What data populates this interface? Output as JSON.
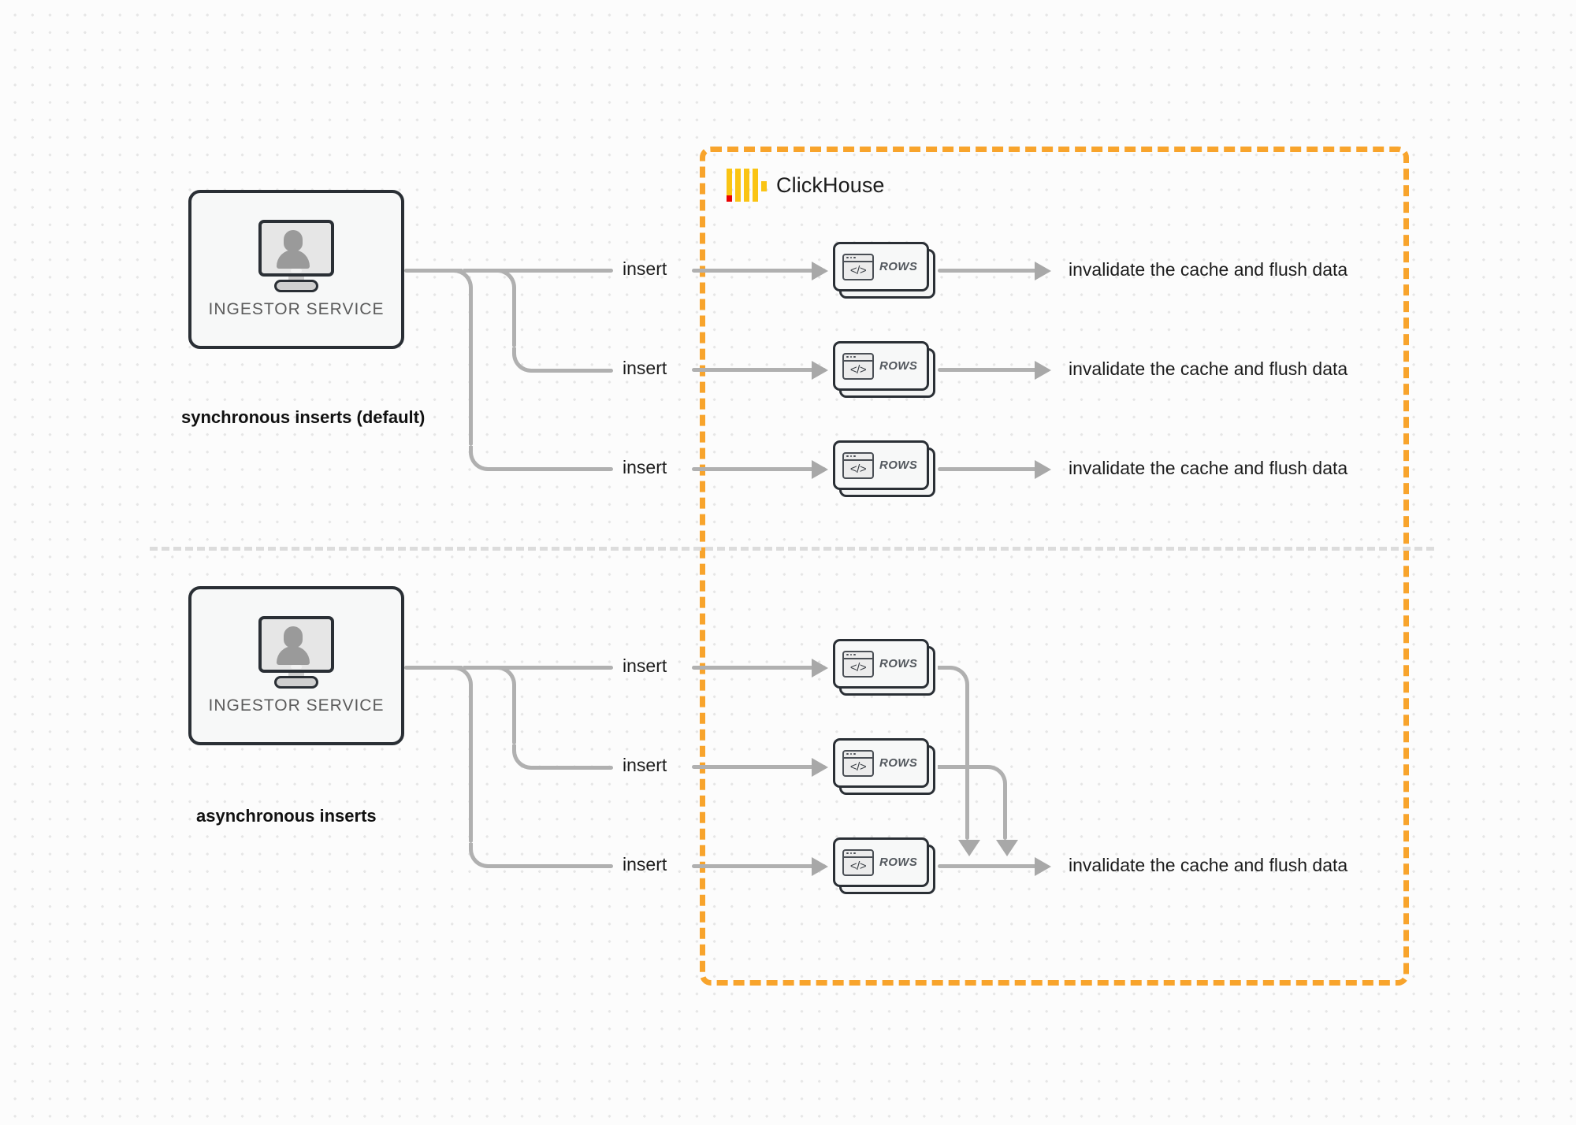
{
  "diagram": {
    "title": "ClickHouse synchronous vs asynchronous inserts",
    "colors": {
      "boundary": "#f8a42c",
      "logo_yellow": "#fac414",
      "logo_red": "#ea0000",
      "connector": "#b0b0b0",
      "node_border": "#2a2f35",
      "canvas": "#fcfcfc"
    }
  },
  "clickhouse": {
    "name": "ClickHouse",
    "logo_icon": "clickhouse-logo-icon"
  },
  "sections": [
    {
      "id": "synchronous",
      "caption": "synchronous inserts (default)",
      "source": {
        "label": "INGESTOR SERVICE",
        "icon": "monitor-user-icon"
      },
      "edges": [
        {
          "label": "insert"
        },
        {
          "label": "insert"
        },
        {
          "label": "insert"
        }
      ],
      "nodes": [
        {
          "label": "ROWS",
          "icon": "code-window-icon"
        },
        {
          "label": "ROWS",
          "icon": "code-window-icon"
        },
        {
          "label": "ROWS",
          "icon": "code-window-icon"
        }
      ],
      "outputs": [
        {
          "label": "invalidate the cache and flush data"
        },
        {
          "label": "invalidate the cache and flush data"
        },
        {
          "label": "invalidate the cache and flush data"
        }
      ]
    },
    {
      "id": "asynchronous",
      "caption": "asynchronous inserts",
      "source": {
        "label": "INGESTOR SERVICE",
        "icon": "monitor-user-icon"
      },
      "edges": [
        {
          "label": "insert"
        },
        {
          "label": "insert"
        },
        {
          "label": "insert"
        }
      ],
      "nodes": [
        {
          "label": "ROWS",
          "icon": "code-window-icon"
        },
        {
          "label": "ROWS",
          "icon": "code-window-icon"
        },
        {
          "label": "ROWS",
          "icon": "code-window-icon"
        }
      ],
      "outputs": [
        {
          "label": "invalidate the cache and flush data"
        }
      ]
    }
  ],
  "code_glyph": "</>"
}
